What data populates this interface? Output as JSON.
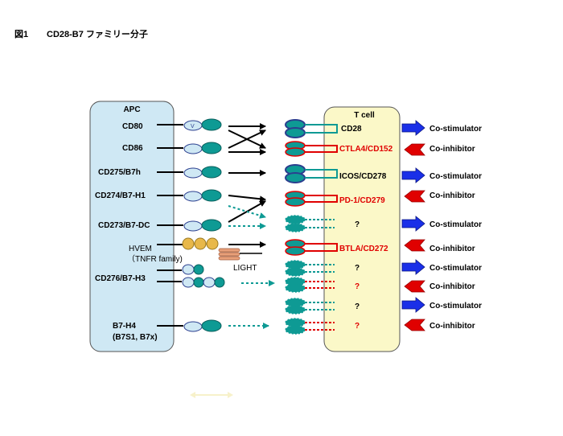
{
  "figure": {
    "label": "図1",
    "title": "CD28-B7 ファミリー分子"
  },
  "apc": {
    "title": "APC",
    "ligands": [
      {
        "name": "CD80",
        "v_label": "V"
      },
      {
        "name": "CD86"
      },
      {
        "name": "CD275/B7h"
      },
      {
        "name": "CD274/B7-H1"
      },
      {
        "name": "CD273/B7-DC"
      },
      {
        "name": "HVEM",
        "sub": "（TNFR family)"
      },
      {
        "name": "CD276/B7-H3"
      },
      {
        "name": "B7-H4",
        "sub": "(B7S1, B7x)"
      }
    ]
  },
  "tcell": {
    "title": "T cell",
    "receptors": [
      {
        "name": "CD28",
        "color": "#000000"
      },
      {
        "name": "CTLA4/CD152",
        "color": "#e00000"
      },
      {
        "name": "ICOS/CD278",
        "color": "#000000"
      },
      {
        "name": "PD-1/CD279",
        "color": "#e00000"
      },
      {
        "name": "?",
        "color": "#000000"
      },
      {
        "name": "BTLA/CD272",
        "color": "#e00000"
      },
      {
        "name": "?",
        "color": "#000000"
      },
      {
        "name": "?",
        "color": "#e00000"
      },
      {
        "name": "?",
        "color": "#000000"
      },
      {
        "name": "?",
        "color": "#e00000"
      }
    ]
  },
  "outputs": [
    {
      "label": "Co-stimulator",
      "kind": "stim"
    },
    {
      "label": "Co-inhibitor",
      "kind": "inhib"
    },
    {
      "label": "Co-stimulator",
      "kind": "stim"
    },
    {
      "label": "Co-inhibitor",
      "kind": "inhib"
    },
    {
      "label": "Co-stimulator",
      "kind": "stim"
    },
    {
      "label": "Co-inhibitor",
      "kind": "inhib"
    },
    {
      "label": "Co-stimulator",
      "kind": "stim"
    },
    {
      "label": "Co-inhibitor",
      "kind": "inhib"
    },
    {
      "label": "Co-stimulator",
      "kind": "stim"
    },
    {
      "label": "Co-inhibitor",
      "kind": "inhib"
    }
  ],
  "light_label": "LIGHT",
  "colors": {
    "apc_fill": "#cfe8f4",
    "tcell_fill": "#fbf8c8",
    "teal": "#0e9a94",
    "light_blue": "#cfe8f4",
    "navy": "#2b3f8f",
    "stim_arrow": "#1a2fe8",
    "inhib_arrow": "#e00000",
    "hvem": "#e8b84a",
    "light": "#e8a07a"
  }
}
